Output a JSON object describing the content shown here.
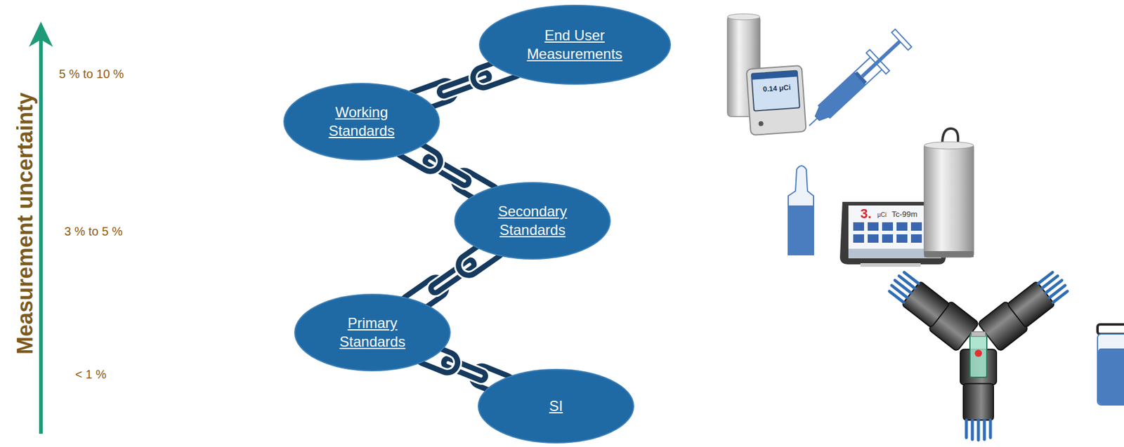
{
  "diagram": {
    "nodes": [
      {
        "text": [
          "End User Measurements"
        ]
      },
      {
        "text": [
          "Working Standards"
        ]
      },
      {
        "text": [
          "Secondary Standards"
        ]
      },
      {
        "text": [
          "Primary Standards"
        ]
      },
      {
        "text": [
          "SI"
        ]
      }
    ],
    "edges": [
      {
        "from": 4,
        "to": 3,
        "arrow": "none"
      },
      {
        "from": 3,
        "to": 2,
        "arrow": "none"
      },
      {
        "from": 2,
        "to": 1,
        "arrow": "none"
      },
      {
        "from": 1,
        "to": 0,
        "arrow": "none"
      }
    ],
    "labels": [
      "Measurement uncertainty",
      "5 % to 10 %",
      "3 % to 5 %",
      "< 1 %",
      "0.14 μCi",
      "3.",
      "μCi",
      "Tc-99m"
    ]
  }
}
